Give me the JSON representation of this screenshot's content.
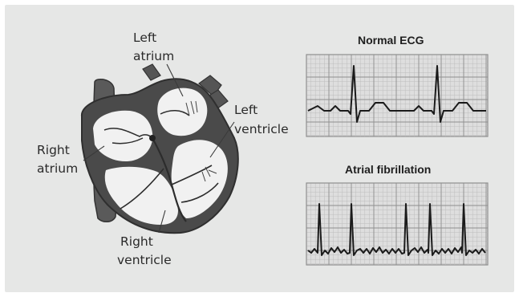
{
  "labels": {
    "left_atrium": [
      "Left",
      "atrium"
    ],
    "left_ventricle": [
      "Left",
      "ventricle"
    ],
    "right_atrium": [
      "Right",
      "atrium"
    ],
    "right_ventricle": [
      "Right",
      "ventricle"
    ]
  },
  "ecg": {
    "normal_title": "Normal ECG",
    "afib_title": "Atrial fibrillation"
  },
  "colors": {
    "background": "#e6e7e6",
    "grid_paper": "#dedede",
    "grid_line": "#8e8e8e",
    "trace": "#1a1a1a",
    "heart_wall": "#4a4a4a",
    "heart_chamber": "#f1f1f1"
  }
}
